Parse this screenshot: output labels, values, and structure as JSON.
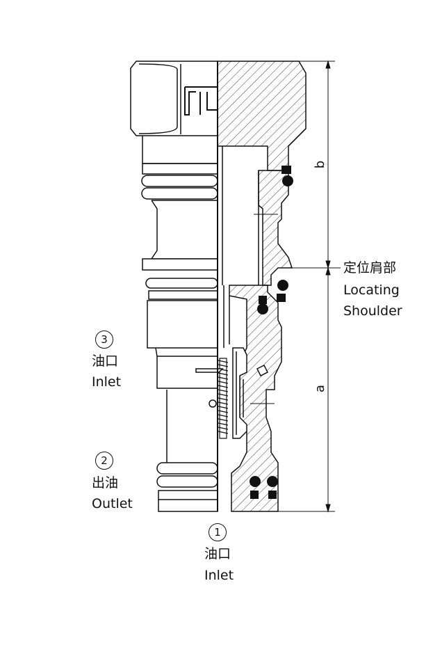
{
  "dimensions": {
    "b": "b",
    "a": "a"
  },
  "locating_shoulder": {
    "cn": "定位肩部",
    "en_line1": "Locating",
    "en_line2": "Shoulder"
  },
  "ports": [
    {
      "number": "3",
      "cn": "油口",
      "en": "Inlet"
    },
    {
      "number": "2",
      "cn": "出油",
      "en": "Outlet"
    },
    {
      "number": "1",
      "cn": "油口",
      "en": "Inlet"
    }
  ],
  "colors": {
    "line": "#111111",
    "background": "#ffffff"
  }
}
